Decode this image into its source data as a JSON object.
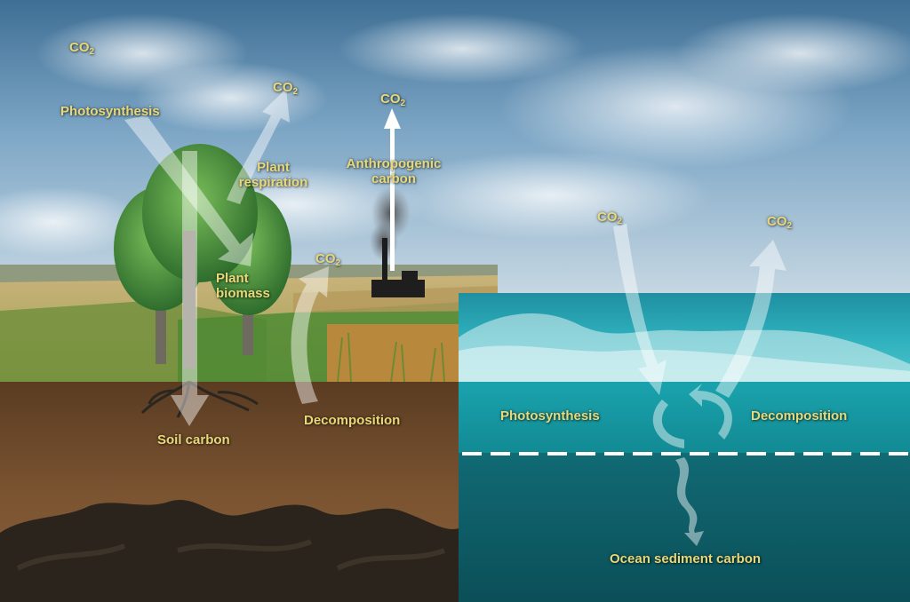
{
  "labels": {
    "co2_sky": "CO",
    "co2_sky_sub": "2",
    "photosynthesis_land": "Photosynthesis",
    "co2_respiration": "CO",
    "co2_respiration_sub": "2",
    "plant_respiration_line1": "Plant",
    "plant_respiration_line2": "respiration",
    "co2_anthropogenic": "CO",
    "co2_anthropogenic_sub": "2",
    "anthropogenic_line1": "Anthropogenic",
    "anthropogenic_line2": "carbon",
    "co2_decomposition_land": "CO",
    "co2_decomposition_land_sub": "2",
    "plant_biomass_line1": "Plant",
    "plant_biomass_line2": "biomass",
    "decomposition_land": "Decomposition",
    "soil_carbon": "Soil carbon",
    "co2_ocean_in": "CO",
    "co2_ocean_in_sub": "2",
    "co2_ocean_out": "CO",
    "co2_ocean_out_sub": "2",
    "photosynthesis_ocean": "Photosynthesis",
    "decomposition_ocean": "Decomposition",
    "ocean_sediment_carbon": "Ocean sediment carbon"
  },
  "colors": {
    "label_text": "#e7d97a",
    "sky": "#6f9ab9",
    "soil": "#6e4a2a",
    "ocean_surface": "#2aa7b4",
    "ocean_deep": "#0f5d66",
    "arrow": "#ffffff"
  }
}
